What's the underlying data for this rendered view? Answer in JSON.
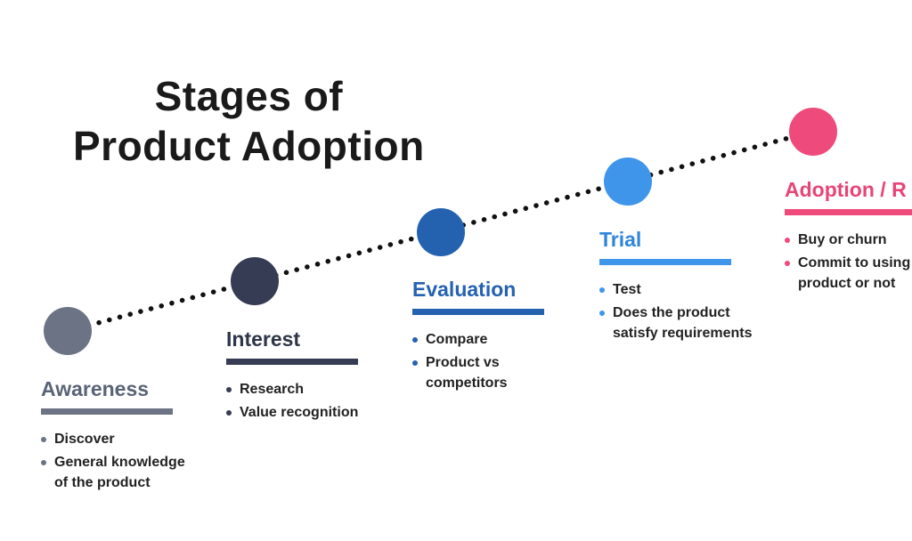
{
  "title": {
    "line1": "Stages of",
    "line2": "Product Adoption"
  },
  "stages": [
    {
      "label": "Awareness",
      "color": "#6b7384",
      "label_color": "#5a6477",
      "items": [
        "Discover",
        "General knowledge",
        "of the product"
      ],
      "item_bullets": [
        true,
        true,
        false
      ]
    },
    {
      "label": "Interest",
      "color": "#353c53",
      "label_color": "#2e3548",
      "items": [
        "Research",
        "Value recognition"
      ],
      "item_bullets": [
        true,
        true
      ]
    },
    {
      "label": "Evaluation",
      "color": "#2462b0",
      "label_color": "#2462b0",
      "items": [
        "Compare",
        "Product vs",
        "competitors"
      ],
      "item_bullets": [
        true,
        true,
        false
      ]
    },
    {
      "label": "Trial",
      "color": "#3e95ea",
      "label_color": "#2f86db",
      "items": [
        "Test",
        "Does the product",
        "satisfy requirements"
      ],
      "item_bullets": [
        true,
        true,
        false
      ]
    },
    {
      "label": "Adoption / R",
      "color": "#ef4a7c",
      "label_color": "#e84577",
      "items": [
        "Buy or churn",
        "Commit to using",
        "product or  not"
      ],
      "item_bullets": [
        true,
        true,
        false
      ]
    }
  ]
}
